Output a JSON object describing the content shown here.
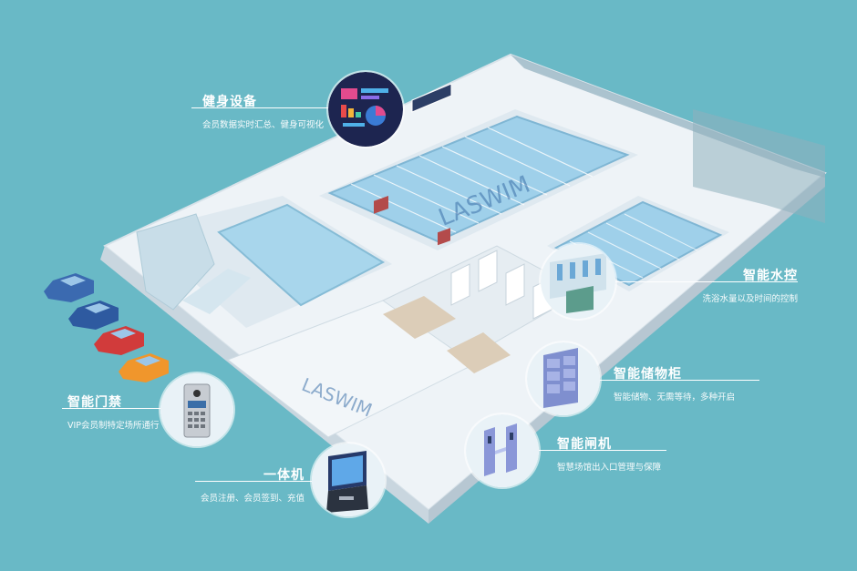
{
  "brand": {
    "logo_text": "LASWIM"
  },
  "callouts": {
    "fitness": {
      "title": "健身设备",
      "desc": "会员数据实时汇总、健身可视化"
    },
    "water": {
      "title": "智能水控",
      "desc": "洗浴水量以及时间的控制"
    },
    "locker": {
      "title": "智能储物柜",
      "desc": "智能储物、无需等待，多种开启"
    },
    "access": {
      "title": "智能门禁",
      "desc": "VIP会员制特定场所通行"
    },
    "gate": {
      "title": "智能闸机",
      "desc": "智慧场馆出入口管理与保障"
    },
    "kiosk": {
      "title": "一体机",
      "desc": "会员注册、会员签到、充值"
    }
  },
  "icons": [
    "dashboard-icon",
    "shower-icon",
    "locker-icon",
    "door-intercom-icon",
    "turnstile-icon",
    "kiosk-icon",
    "car-icon"
  ],
  "colors": {
    "background": "#69b9c6",
    "floor": "#eef3f7",
    "pool": "#9fd0ea",
    "accent": "#3a6ea8"
  }
}
